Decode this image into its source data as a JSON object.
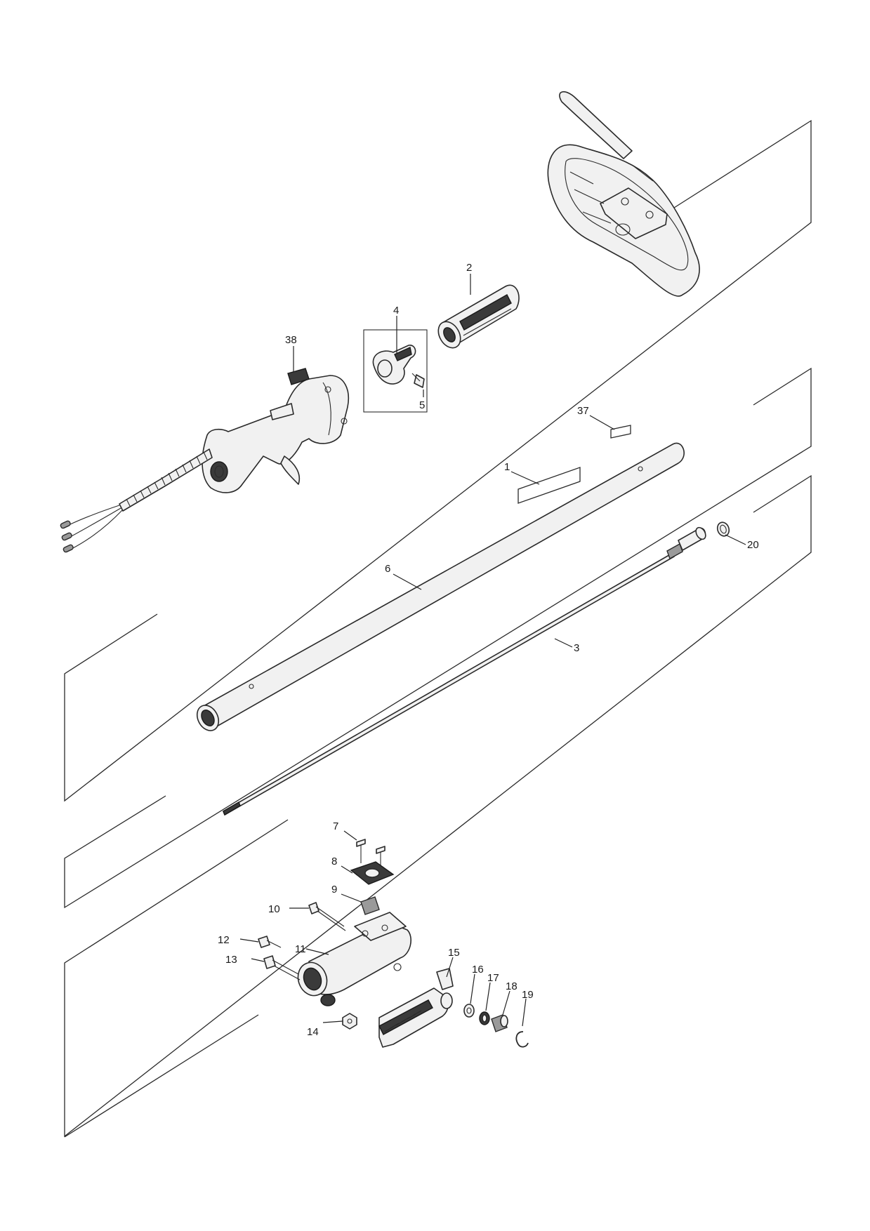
{
  "callouts": [
    {
      "id": "c1",
      "text": "1"
    },
    {
      "id": "c2",
      "text": "2"
    },
    {
      "id": "c3",
      "text": "3"
    },
    {
      "id": "c4",
      "text": "4"
    },
    {
      "id": "c5",
      "text": "5"
    },
    {
      "id": "c6",
      "text": "6"
    },
    {
      "id": "c7",
      "text": "7"
    },
    {
      "id": "c8",
      "text": "8"
    },
    {
      "id": "c9",
      "text": "9"
    },
    {
      "id": "c10",
      "text": "10"
    },
    {
      "id": "c11",
      "text": "11"
    },
    {
      "id": "c12",
      "text": "12"
    },
    {
      "id": "c13",
      "text": "13"
    },
    {
      "id": "c14",
      "text": "14"
    },
    {
      "id": "c15",
      "text": "15"
    },
    {
      "id": "c16",
      "text": "16"
    },
    {
      "id": "c17",
      "text": "17"
    },
    {
      "id": "c18",
      "text": "18"
    },
    {
      "id": "c19",
      "text": "19"
    },
    {
      "id": "c20",
      "text": "20"
    },
    {
      "id": "c37",
      "text": "37"
    },
    {
      "id": "c38",
      "text": "38"
    }
  ]
}
